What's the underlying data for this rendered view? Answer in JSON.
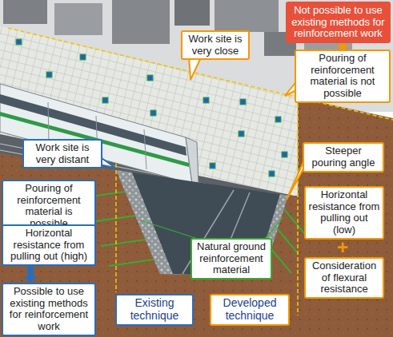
{
  "diagram": {
    "nodes": [
      {
        "text": [
          "Not possible to use existing methods for reinforcement work"
        ]
      },
      {
        "text": [
          "Work site is very close"
        ]
      },
      {
        "text": [
          "Pouring of reinforcement material is not possible"
        ]
      },
      {
        "text": [
          "Work site is very distant"
        ]
      },
      {
        "text": [
          "Steeper pouring angle"
        ]
      },
      {
        "text": [
          "Pouring of reinforcement material is possible"
        ]
      },
      {
        "text": [
          "Horizontal resistance from pulling out (high)"
        ]
      },
      {
        "text": [
          "Horizontal resistance from pulling out (low)"
        ]
      },
      {
        "text": [
          "Natural ground reinforcement material"
        ]
      },
      {
        "text": [
          "Consideration of flexural resistance"
        ]
      },
      {
        "text": [
          "Possible to use existing methods for reinforcement work"
        ]
      },
      {
        "text": [
          "Existing technique"
        ]
      },
      {
        "text": [
          "Developed technique"
        ]
      }
    ],
    "edges": [
      {
        "from": 2,
        "to": 0,
        "arrow": "to"
      },
      {
        "from": 6,
        "to": 10,
        "arrow": "to"
      }
    ],
    "labels": [
      "+"
    ]
  }
}
